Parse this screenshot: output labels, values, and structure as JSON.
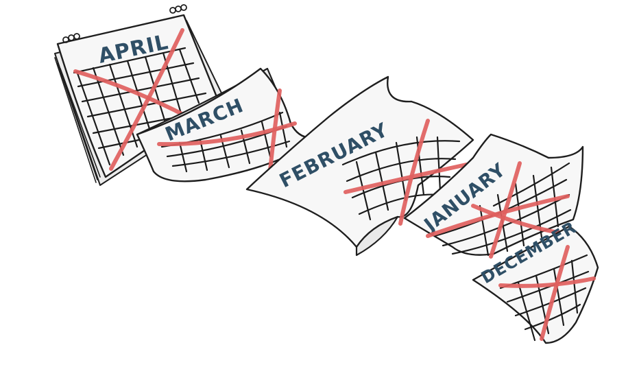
{
  "calendar_pages": [
    {
      "month": "APRIL"
    },
    {
      "month": "MARCH"
    },
    {
      "month": "FEBRUARY"
    },
    {
      "month": "JANUARY"
    },
    {
      "month": "DECEMBER"
    }
  ],
  "colors": {
    "background": "#ffffff",
    "page": "#f7f7f7",
    "ink": "#1e1e1e",
    "label": "#2f4f66",
    "cross_out": "#e0605e"
  }
}
